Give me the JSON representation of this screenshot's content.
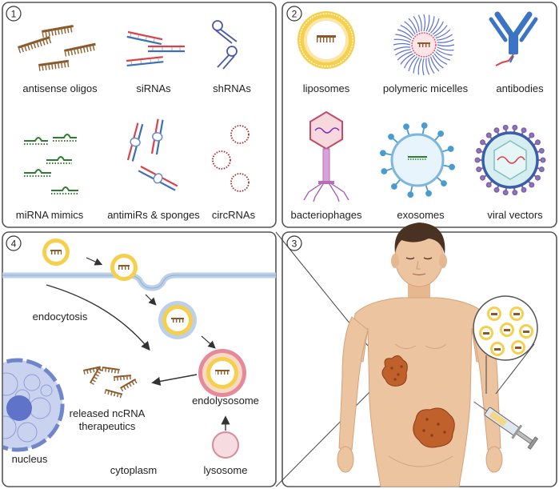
{
  "panels": {
    "p1": {
      "number": "1",
      "items": [
        "antisense oligos",
        "siRNAs",
        "shRNAs",
        "miRNA mimics",
        "antimiRs & sponges",
        "circRNAs"
      ]
    },
    "p2": {
      "number": "2",
      "items": [
        "liposomes",
        "polymeric micelles",
        "antibodies",
        "bacteriophages",
        "exosomes",
        "viral vectors"
      ]
    },
    "p3": {
      "number": "3"
    },
    "p4": {
      "number": "4",
      "labels": {
        "endocytosis": "endocytosis",
        "endolysosome": "endolysosome",
        "released_1": "released ncRNA",
        "released_2": "therapeutics",
        "nucleus": "nucleus",
        "cytoplasm": "cytoplasm",
        "lysosome": "lysosome"
      }
    }
  },
  "colors": {
    "panel_border": "#555555",
    "rna_brown": "#8b5a2b",
    "rna_red": "#d9424a",
    "rna_blue": "#3b6fb6",
    "rna_green": "#2e7d32",
    "liposome_yellow": "#f3c33a",
    "skin": "#ecc4a0",
    "hair": "#4a3222",
    "tumor": "#b85a2a",
    "nucleus_blue": "#aab8e6"
  }
}
